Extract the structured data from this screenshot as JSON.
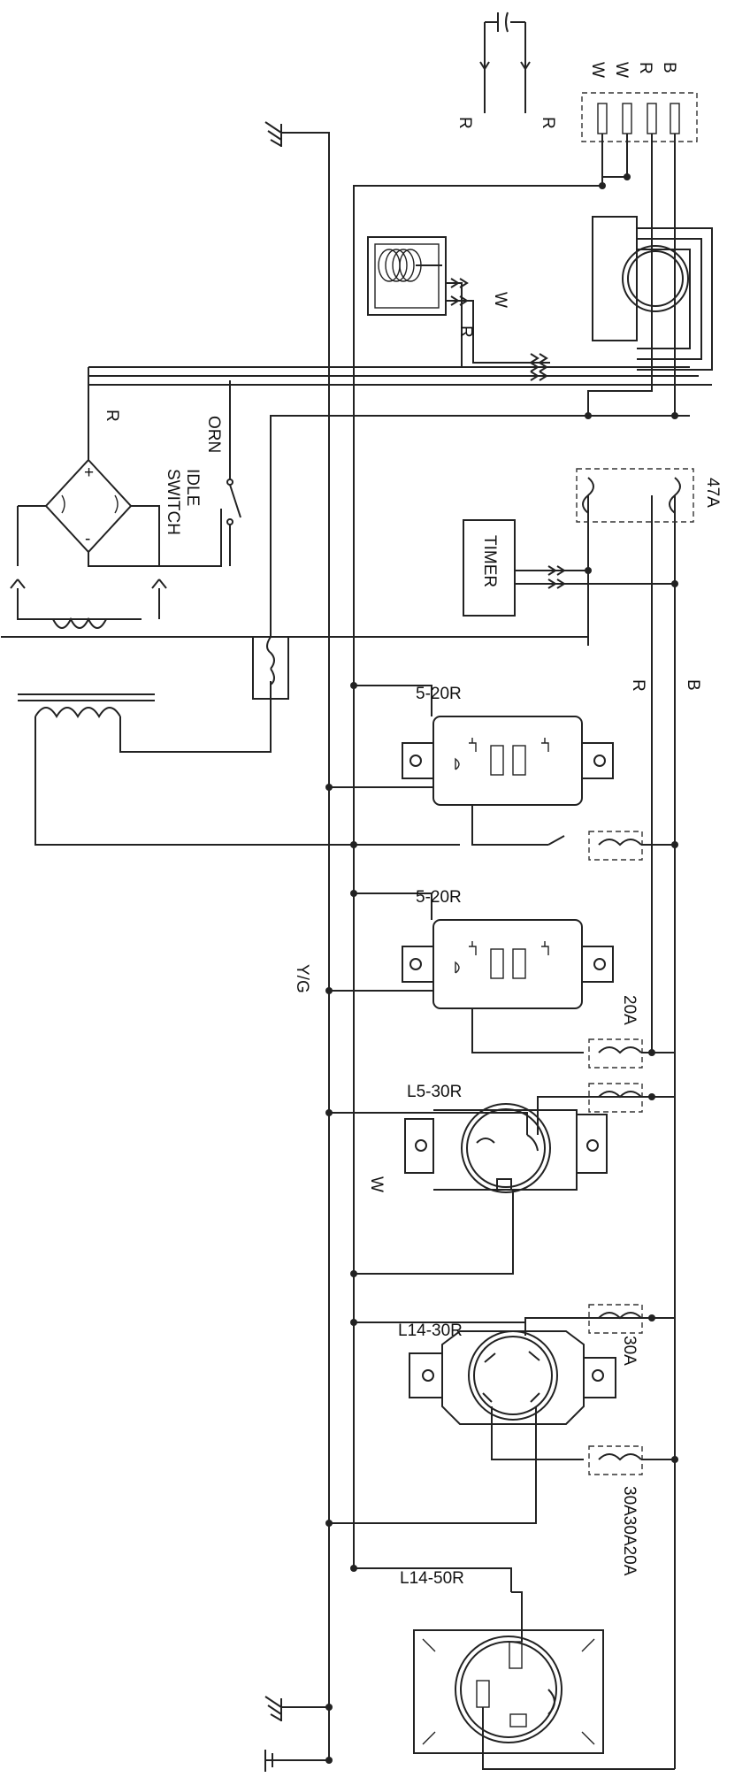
{
  "labels": {
    "cap_r1": "R",
    "cap_r2": "R",
    "term_w1": "W",
    "term_w2": "W",
    "term_r": "R",
    "term_b": "B",
    "coil_w": "W",
    "coil_r": "R",
    "rect_r": "R",
    "orn": "ORN",
    "idle_switch_line1": "IDLE",
    "idle_switch_line2": "SWITCH",
    "breaker_main": "47A",
    "timer": "TIMER",
    "bus_r": "R",
    "bus_b": "B",
    "yg": "Y/G",
    "w_neutral": "W",
    "rec1": "5-20R",
    "rec2": "5-20R",
    "rec3": "L5-30R",
    "rec4": "L14-30R",
    "rec5": "L14-50R",
    "cb_20a": "20A",
    "cb_30a": "30A",
    "cb_stack": "30A30A20A",
    "rect_plus": "+",
    "rect_minus": "-"
  },
  "colors": {
    "line": "#222222",
    "background": "#ffffff"
  }
}
